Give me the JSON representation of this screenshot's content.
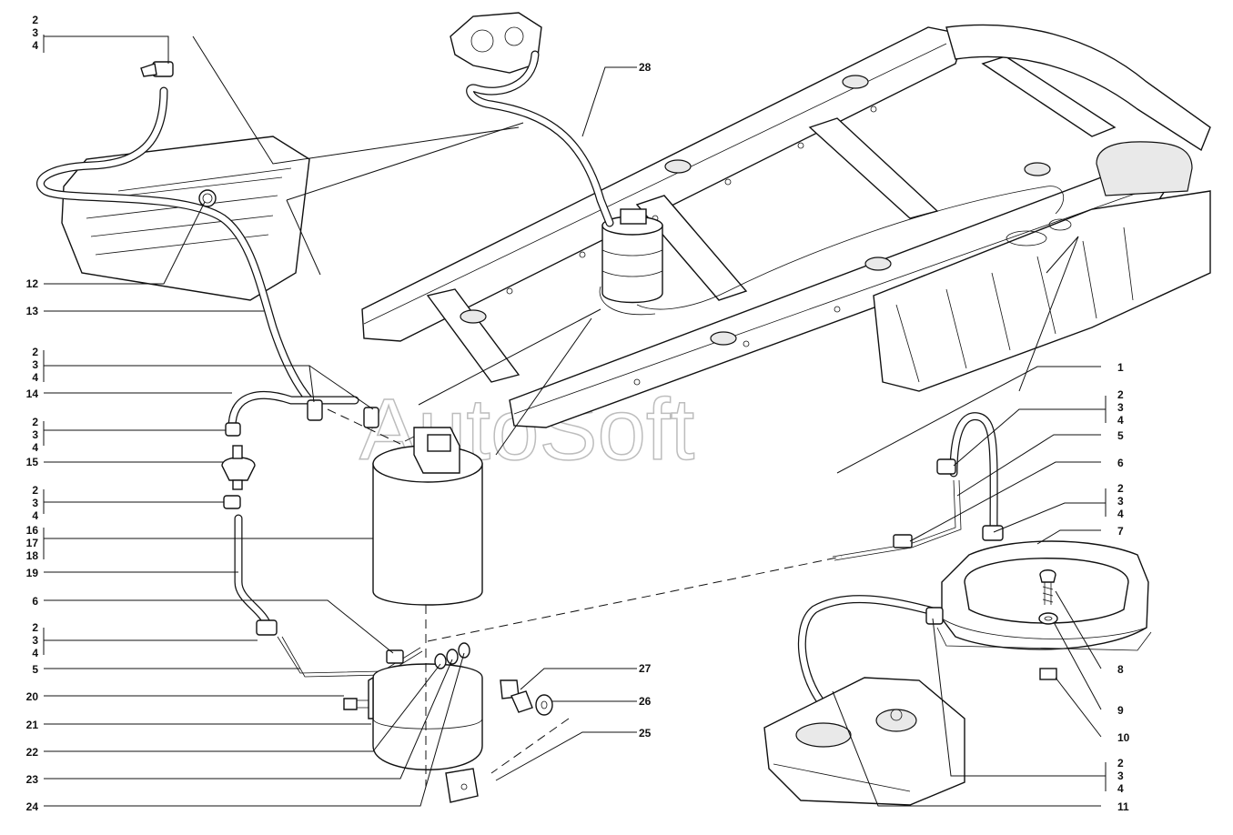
{
  "watermark": "AutoSoft",
  "callouts": {
    "left": [
      {
        "id": "l-234-a",
        "lines": [
          "2",
          "3",
          "4"
        ]
      },
      {
        "id": "l-12",
        "lines": [
          "12"
        ]
      },
      {
        "id": "l-13",
        "lines": [
          "13"
        ]
      },
      {
        "id": "l-234-b",
        "lines": [
          "2",
          "3",
          "4"
        ]
      },
      {
        "id": "l-14",
        "lines": [
          "14"
        ]
      },
      {
        "id": "l-234-c",
        "lines": [
          "2",
          "3",
          "4"
        ]
      },
      {
        "id": "l-15",
        "lines": [
          "15"
        ]
      },
      {
        "id": "l-234-d",
        "lines": [
          "2",
          "3",
          "4"
        ]
      },
      {
        "id": "l-161718",
        "lines": [
          "16",
          "17",
          "18"
        ]
      },
      {
        "id": "l-19",
        "lines": [
          "19"
        ]
      },
      {
        "id": "l-6",
        "lines": [
          "6"
        ]
      },
      {
        "id": "l-234-e",
        "lines": [
          "2",
          "3",
          "4"
        ]
      },
      {
        "id": "l-5",
        "lines": [
          "5"
        ]
      },
      {
        "id": "l-20",
        "lines": [
          "20"
        ]
      },
      {
        "id": "l-21",
        "lines": [
          "21"
        ]
      },
      {
        "id": "l-22",
        "lines": [
          "22"
        ]
      },
      {
        "id": "l-23",
        "lines": [
          "23"
        ]
      },
      {
        "id": "l-24",
        "lines": [
          "24"
        ]
      }
    ],
    "right": [
      {
        "id": "r-1",
        "lines": [
          "1"
        ]
      },
      {
        "id": "r-234-a",
        "lines": [
          "2",
          "3",
          "4"
        ]
      },
      {
        "id": "r-5",
        "lines": [
          "5"
        ]
      },
      {
        "id": "r-6",
        "lines": [
          "6"
        ]
      },
      {
        "id": "r-234-b",
        "lines": [
          "2",
          "3",
          "4"
        ]
      },
      {
        "id": "r-7",
        "lines": [
          "7"
        ]
      },
      {
        "id": "r-8",
        "lines": [
          "8"
        ]
      },
      {
        "id": "r-9",
        "lines": [
          "9"
        ]
      },
      {
        "id": "r-10",
        "lines": [
          "10"
        ]
      },
      {
        "id": "r-234-c",
        "lines": [
          "2",
          "3",
          "4"
        ]
      },
      {
        "id": "r-11",
        "lines": [
          "11"
        ]
      }
    ],
    "center": [
      {
        "id": "c-28",
        "lines": [
          "28"
        ]
      },
      {
        "id": "c-27",
        "lines": [
          "27"
        ]
      },
      {
        "id": "c-26",
        "lines": [
          "26"
        ]
      },
      {
        "id": "c-25",
        "lines": [
          "25"
        ]
      }
    ]
  }
}
